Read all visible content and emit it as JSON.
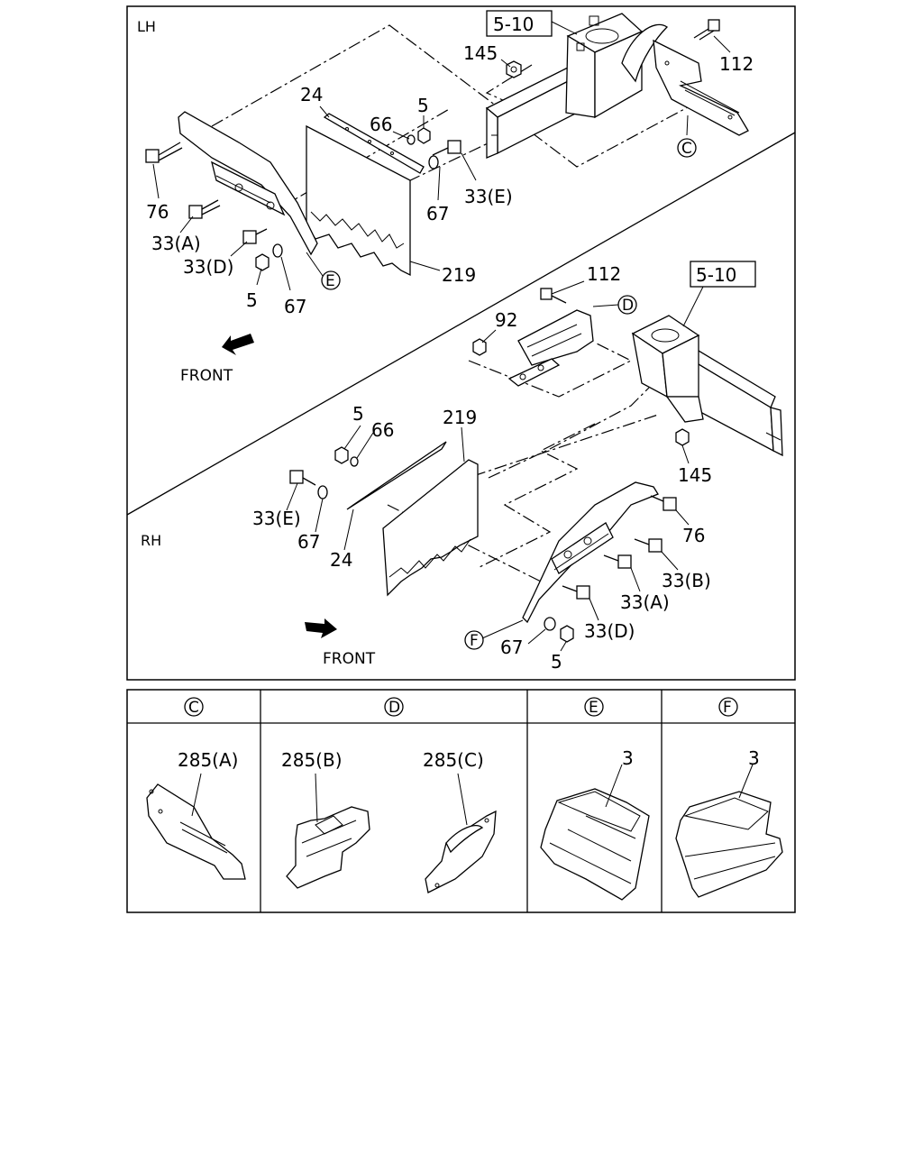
{
  "sections": {
    "lh": "LH",
    "rh": "RH"
  },
  "front_label": "FRONT",
  "refs": {
    "lh": "5-10",
    "rh": "5-10"
  },
  "lh_callouts": {
    "p145": "145",
    "p112": "112",
    "p24": "24",
    "p66": "66",
    "p5a": "5",
    "p76": "76",
    "p33e": "33(E)",
    "p67a": "67",
    "p33a": "33(A)",
    "p33d": "33(D)",
    "p5b": "5",
    "p67b": "67",
    "p219": "219",
    "c": "C",
    "e": "E"
  },
  "rh_callouts": {
    "p112": "112",
    "p92": "92",
    "p5a": "5",
    "p66": "66",
    "p219": "219",
    "p145": "145",
    "p76": "76",
    "p33b": "33(B)",
    "p33a": "33(A)",
    "p33d": "33(D)",
    "p33e": "33(E)",
    "p67a": "67",
    "p24": "24",
    "p67b": "67",
    "p5b": "5",
    "d": "D",
    "f": "F"
  },
  "detail_table": {
    "headers": [
      "C",
      "D",
      "E",
      "F"
    ],
    "parts": {
      "c": "285(A)",
      "d1": "285(B)",
      "d2": "285(C)",
      "e": "3",
      "f": "3"
    }
  }
}
